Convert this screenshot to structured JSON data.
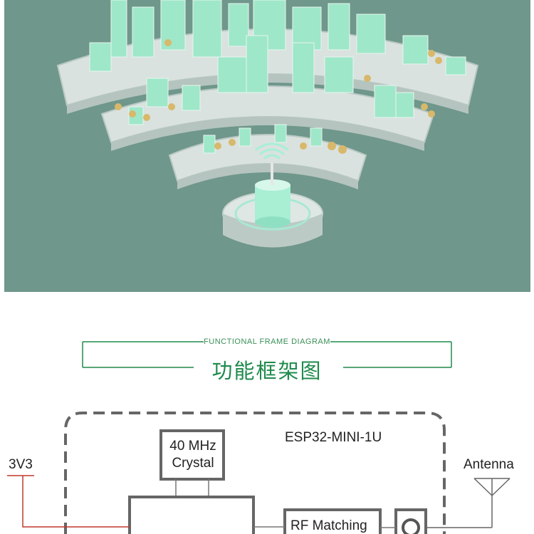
{
  "header": {
    "subtitle_en": "FUNCTIONAL FRAME DIAGRAM",
    "title_cn": "功能框架图"
  },
  "diagram": {
    "module_name": "ESP32-MINI-1U",
    "power_label": "3V3",
    "crystal_line1": "40 MHz",
    "crystal_line2": "Crystal",
    "rf_label": "RF Matching",
    "antenna_label": "Antenna"
  },
  "colors": {
    "hero_bg": "#6f978b",
    "accent_green": "#1f8a4c",
    "power_line": "#c0392b",
    "border_gray": "#666666"
  }
}
